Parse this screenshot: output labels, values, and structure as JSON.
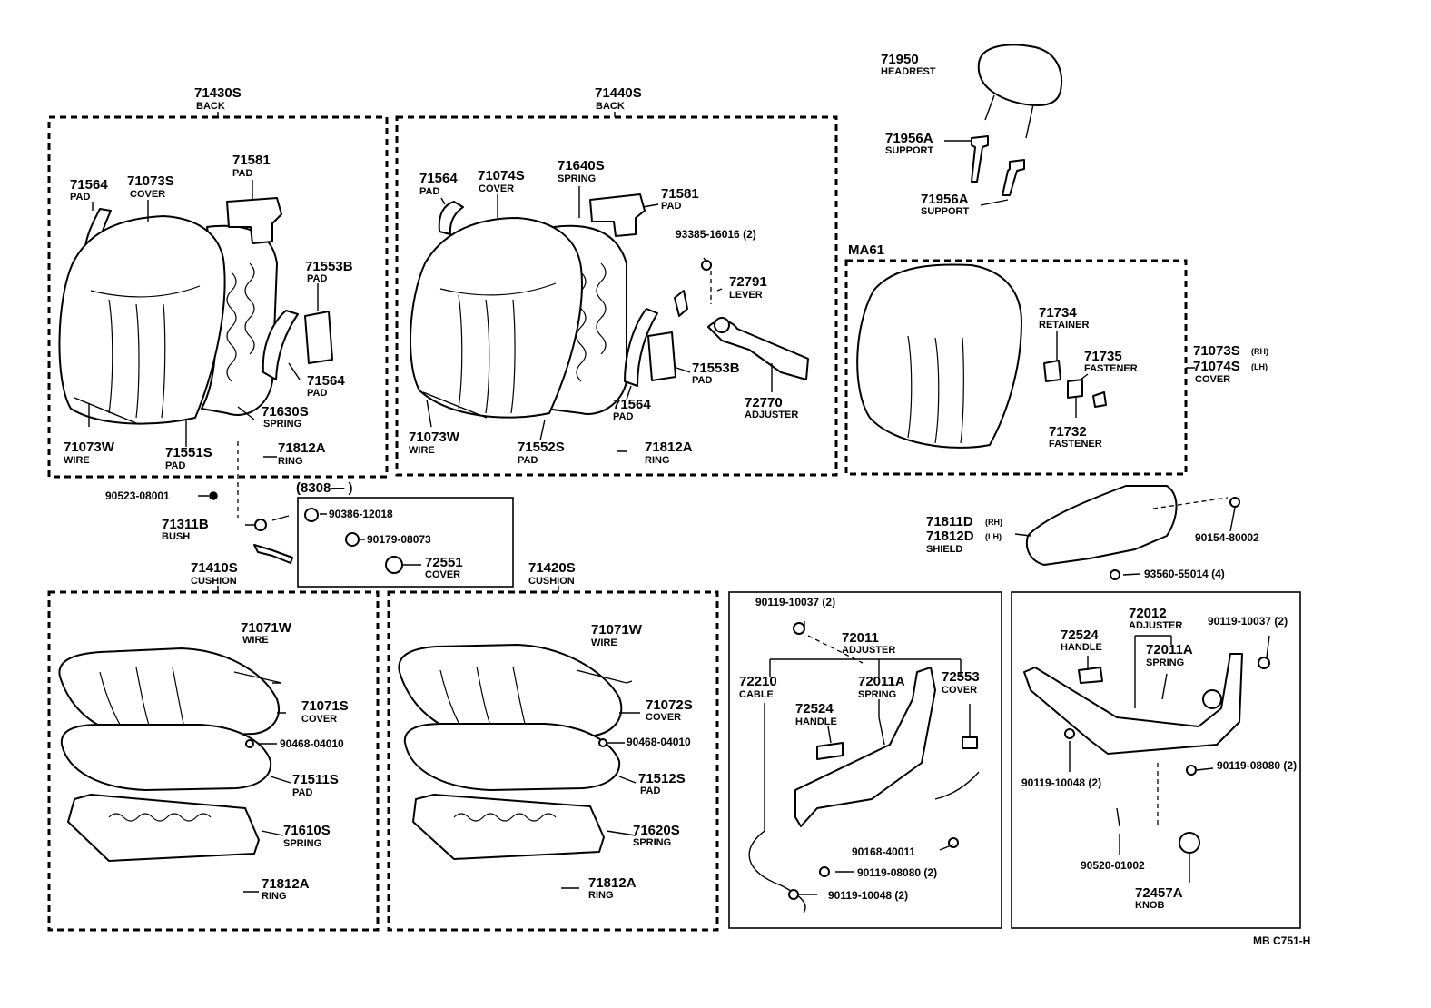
{
  "labels": {
    "back_rh_num": "71430S",
    "back_rh_name": "BACK",
    "back_lh_num": "71440S",
    "back_lh_name": "BACK",
    "cushion_rh_num": "71410S",
    "cushion_rh_name": "CUSHION",
    "cushion_lh_num": "71420S",
    "cushion_lh_name": "CUSHION",
    "headrest_num": "71950",
    "headrest_name": "HEADREST",
    "support1_num": "71956A",
    "support1_name": "SUPPORT",
    "support2_num": "71956A",
    "support2_name": "SUPPORT",
    "ma61": "MA61",
    "p_71564_a": "71564",
    "pad_a": "PAD",
    "p_71073s_a": "71073S",
    "cover_a": "COVER",
    "p_71581_a": "71581",
    "pad_b": "PAD",
    "p_71553b_a": "71553B",
    "pad_c": "PAD",
    "p_71564_b": "71564",
    "pad_d": "PAD",
    "p_71630s": "71630S",
    "spring_a": "SPRING",
    "p_71073w": "71073W",
    "wire_a": "WIRE",
    "p_71551s": "71551S",
    "pad_e": "PAD",
    "p_71812a_a": "71812A",
    "ring_a": "RING",
    "p_71564_c": "71564",
    "pad_f": "PAD",
    "p_71074s": "71074S",
    "cover_b": "COVER",
    "p_71640s": "71640S",
    "spring_b": "SPRING",
    "p_71581_b": "71581",
    "pad_g": "PAD",
    "p_93385": "93385-16016 (2)",
    "p_72791": "72791",
    "lever": "LEVER",
    "p_71553b_b": "71553B",
    "pad_h": "PAD",
    "p_71564_d": "71564",
    "pad_i": "PAD",
    "p_72770": "72770",
    "adjuster_a": "ADJUSTER",
    "p_71073w_b": "71073W",
    "wire_b": "WIRE",
    "p_71552s": "71552S",
    "pad_j": "PAD",
    "p_71812a_b": "71812A",
    "ring_b": "RING",
    "p_71734": "71734",
    "retainer": "RETAINER",
    "p_71735": "71735",
    "fastener_a": "FASTENER",
    "p_71732": "71732",
    "fastener_b": "FASTENER",
    "p_cover_rh": "71073S",
    "rh_a": "(RH)",
    "p_cover_lh": "71074S",
    "lh_a": "(LH)",
    "cover_c": "COVER",
    "p_90523": "90523-08001",
    "p_71311b": "71311B",
    "bush": "BUSH",
    "date_code": "(8308—        )",
    "p_90386": "90386-12018",
    "p_90179": "90179-08073",
    "p_72551": "72551",
    "cover_d": "COVER",
    "p_shield_rh": "71811D",
    "rh_b": "(RH)",
    "p_shield_lh": "71812D",
    "lh_b": "(LH)",
    "shield": "SHIELD",
    "p_90154": "90154-80002",
    "p_93560": "93560-55014 (4)",
    "p_71071w_a": "71071W",
    "wire_c": "WIRE",
    "p_71071s": "71071S",
    "cover_e": "COVER",
    "p_90468_a": "90468-04010",
    "p_71511s": "71511S",
    "pad_k": "PAD",
    "p_71610s": "71610S",
    "spring_c": "SPRING",
    "p_71812a_c": "71812A",
    "ring_c": "RING",
    "p_71071w_b": "71071W",
    "wire_d": "WIRE",
    "p_71072s": "71072S",
    "cover_f": "COVER",
    "p_90468_b": "90468-04010",
    "p_71512s": "71512S",
    "pad_l": "PAD",
    "p_71620s": "71620S",
    "spring_d": "SPRING",
    "p_71812a_d": "71812A",
    "ring_d": "RING",
    "p_90119_10037_a": "90119-10037 (2)",
    "p_72011": "72011",
    "adjuster_b": "ADJUSTER",
    "p_72210": "72210",
    "cable": "CABLE",
    "p_72011a_a": "72011A",
    "spring_e": "SPRING",
    "p_72553": "72553",
    "cover_g": "COVER",
    "p_72524_a": "72524",
    "handle_a": "HANDLE",
    "p_90168": "90168-40011",
    "p_90119_08080_a": "90119-08080 (2)",
    "p_90119_10048_a": "90119-10048 (2)",
    "p_72012": "72012",
    "adjuster_c": "ADJUSTER",
    "p_90119_10037_b": "90119-10037 (2)",
    "p_72524_b": "72524",
    "handle_b": "HANDLE",
    "p_72011a_b": "72011A",
    "spring_f": "SPRING",
    "p_90119_08080_b": "90119-08080 (2)",
    "p_90119_10048_b": "90119-10048 (2)",
    "p_90520": "90520-01002",
    "p_72457a": "72457A",
    "knob": "KNOB",
    "ref_code": "MB  C751-H"
  }
}
